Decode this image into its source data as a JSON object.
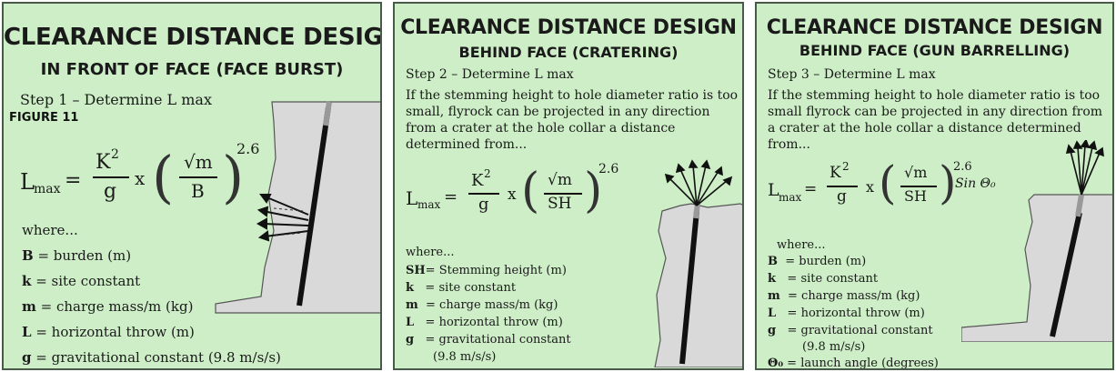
{
  "panels": [
    {
      "title": "CLEARANCE DISTANCE DESIGN",
      "subtitle": "IN FRONT OF FACE (FACE BURST)",
      "step": "Step 1 – Determine L max",
      "figure_label": "FIGURE 11",
      "formula": {
        "lhs": "L",
        "lhs_sub": "max",
        "eq": "=",
        "num": "K",
        "num_sup": "2",
        "den": "g",
        "times": "x",
        "inner_num": "√m",
        "inner_den": "B",
        "exp": "2.6"
      },
      "where": "where...",
      "defs": [
        {
          "sym": "B",
          "text": "= burden (m)"
        },
        {
          "sym": "k",
          "text": "= site constant"
        },
        {
          "sym": "m",
          "text": "= charge mass/m (kg)"
        },
        {
          "sym": "L",
          "text": "= horizontal throw (m)"
        },
        {
          "sym": "g",
          "text": "= gravitational constant (9.8 m/s/s)"
        }
      ]
    },
    {
      "title": "CLEARANCE DISTANCE DESIGN",
      "subtitle": "BEHIND FACE (CRATERING)",
      "step": "Step 2 – Determine L max",
      "paragraph": "If the stemming height to hole diameter ratio is too small, flyrock can be projected in any direction from a crater at the hole collar a distance determined from...",
      "formula": {
        "lhs": "L",
        "lhs_sub": "max",
        "eq": "=",
        "num": "K",
        "num_sup": "2",
        "den": "g",
        "times": "x",
        "inner_num": "√m",
        "inner_den": "SH",
        "exp": "2.6"
      },
      "where": "where...",
      "defs": [
        {
          "sym": "SH",
          "text": "= Stemming height (m)"
        },
        {
          "sym": "k",
          "text": "= site constant"
        },
        {
          "sym": "m",
          "text": "= charge mass/m (kg)"
        },
        {
          "sym": "L",
          "text": "= horizontal throw (m)"
        },
        {
          "sym": "g",
          "text": "= gravitational constant"
        },
        {
          "sym": "",
          "text": "(9.8 m/s/s)"
        }
      ]
    },
    {
      "title": "CLEARANCE DISTANCE DESIGN",
      "subtitle": "BEHIND FACE (GUN BARRELLING)",
      "step": "Step 3 – Determine L max",
      "paragraph": "If the stemming height to hole diameter ratio is too small flyrock can be projected in any direction from a crater at the hole collar a distance determined from...",
      "formula": {
        "lhs": "L",
        "lhs_sub": "max",
        "eq": "=",
        "num": "K",
        "num_sup": "2",
        "den": "g",
        "times": "x",
        "inner_num": "√m",
        "inner_den": "SH",
        "exp": "2.6",
        "tail": "Sin Θ₀"
      },
      "where": "where...",
      "defs": [
        {
          "sym": "B",
          "text": "= burden (m)"
        },
        {
          "sym": "k",
          "text": "= site constant"
        },
        {
          "sym": "m",
          "text": "= charge mass/m (kg)"
        },
        {
          "sym": "L",
          "text": "= horizontal throw (m)"
        },
        {
          "sym": "g",
          "text": "= gravitational constant"
        },
        {
          "sym": "",
          "text": "(9.8 m/s/s)"
        },
        {
          "sym": "Θ₀",
          "text": "= launch angle (degrees)"
        }
      ]
    }
  ],
  "colors": {
    "panel_bg": "#cdeec6",
    "rock": "#d9d9d9",
    "charge": "#111111",
    "stemming": "#9a9a9a"
  }
}
